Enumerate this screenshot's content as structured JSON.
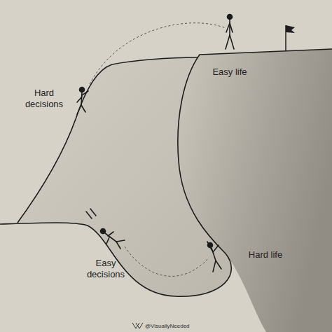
{
  "diagram": {
    "labels": [
      "Hard decisions",
      "Easy life",
      "Easy decisions",
      "Hard life",
      "@VisuallyNeeded"
    ]
  }
}
